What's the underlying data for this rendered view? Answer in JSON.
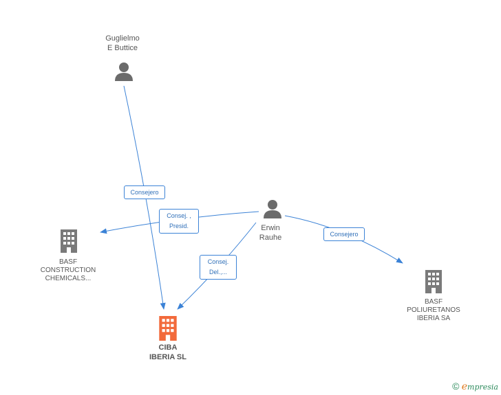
{
  "nodes": {
    "guglielmo": {
      "line1": "Guglielmo",
      "line2": "E Buttice"
    },
    "erwin": {
      "line1": "Erwin",
      "line2": "Rauhe"
    },
    "basf_construction": {
      "line1": "BASF",
      "line2": "CONSTRUCTION",
      "line3": "CHEMICALS..."
    },
    "basf_poliuretanos": {
      "line1": "BASF",
      "line2": "POLIURETANOS",
      "line3": "IBERIA SA"
    },
    "ciba": {
      "line1": "CIBA",
      "line2": "IBERIA SL"
    }
  },
  "edges": {
    "guglielmo_ciba": {
      "label": "Consejero"
    },
    "erwin_basf_construction": {
      "line1": "Consej. ,",
      "line2": "Presid."
    },
    "erwin_ciba": {
      "line1": "Consej.",
      "line2": "Del.,..."
    },
    "erwin_basf_poliuretanos": {
      "label": "Consejero"
    }
  },
  "footer": {
    "copyright": "©",
    "brand_initial": "e",
    "brand_rest": "mpresia"
  },
  "colors": {
    "person": "#6b6b6b",
    "company": "#7a7a7a",
    "main_company": "#f26a3b",
    "edge": "#3b82d6"
  }
}
